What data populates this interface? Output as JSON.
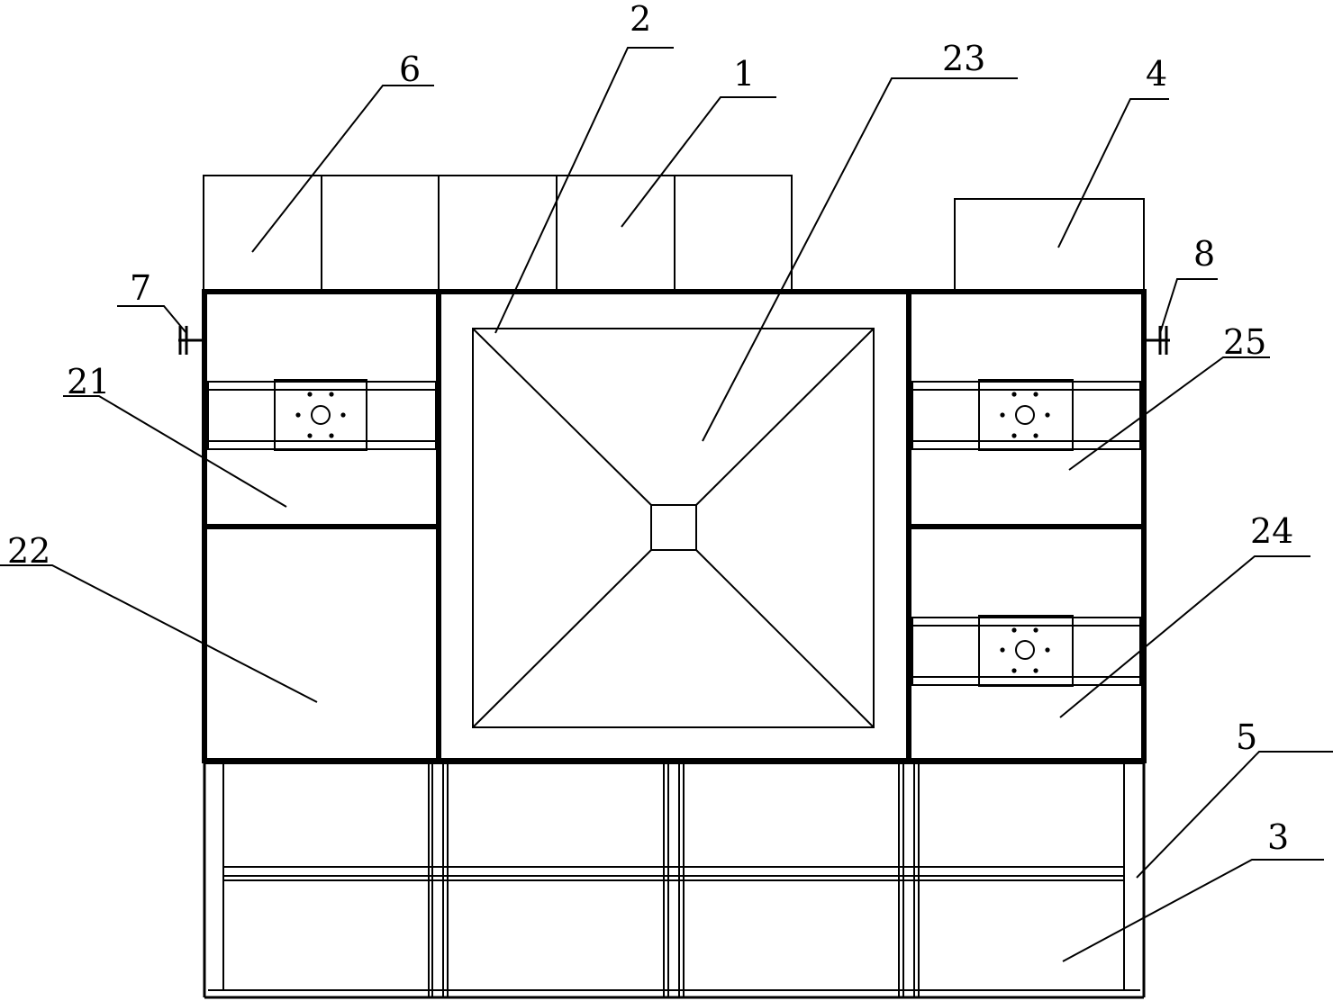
{
  "labels": {
    "l1": "1",
    "l2": "2",
    "l3": "3",
    "l4": "4",
    "l5": "5",
    "l6": "6",
    "l7": "7",
    "l8": "8",
    "l21": "21",
    "l22": "22",
    "l23": "23",
    "l24": "24",
    "l25": "25"
  }
}
